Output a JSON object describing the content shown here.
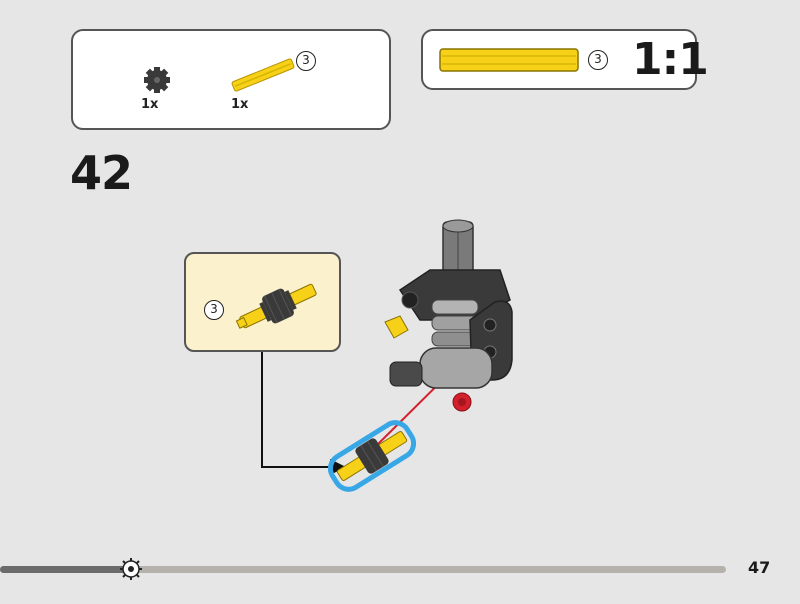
{
  "parts_list": {
    "items": [
      {
        "part": "black-gear",
        "quantity": "1x"
      },
      {
        "part": "yellow-axle",
        "quantity": "1x",
        "length_callout": "3"
      }
    ]
  },
  "scale_reference": {
    "length_callout": "3",
    "scale_label": "1:1"
  },
  "step": {
    "number": "42",
    "subassembly_callout": "3"
  },
  "footer": {
    "page_number": "47",
    "progress": 0.18
  },
  "colors": {
    "background": "#e6e6e6",
    "axle_yellow": "#f7d117",
    "gear_black": "#3a3a3a",
    "highlight_blue": "#38a7e6",
    "callout_bg": "#fbf1cc",
    "red_connector": "#d4202c",
    "grey_frame": "#a6a6a6"
  }
}
